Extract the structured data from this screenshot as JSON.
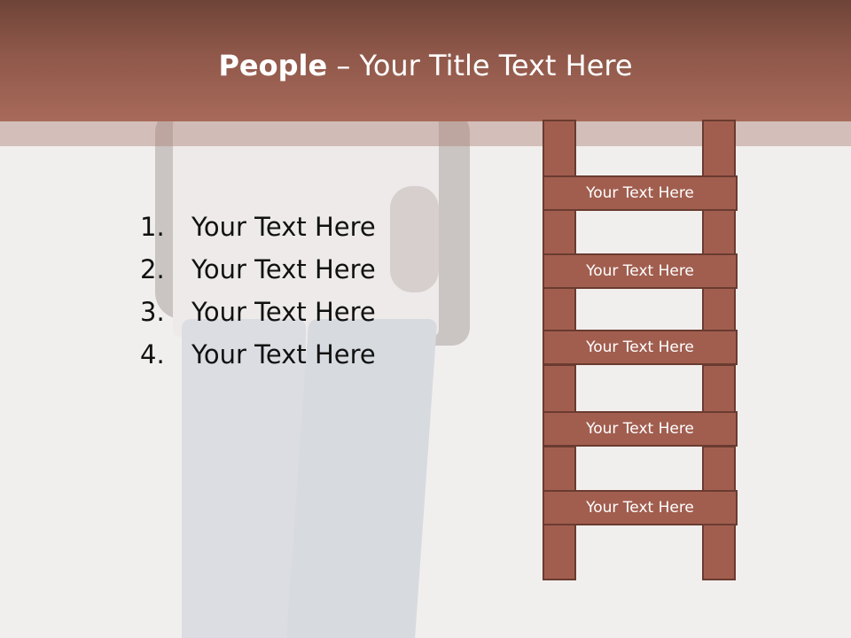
{
  "slide": {
    "title_bold": "People",
    "title_rest": " – Your Title Text Here",
    "list": [
      {
        "number": "1.",
        "text": "Your Text Here"
      },
      {
        "number": "2.",
        "text": "Your Text Here"
      },
      {
        "number": "3.",
        "text": "Your Text Here"
      },
      {
        "number": "4.",
        "text": "Your Text Here"
      }
    ],
    "ladder_rungs": [
      "Your Text Here",
      "Your Text Here",
      "Your Text Here",
      "Your Text Here",
      "Your Text Here"
    ]
  },
  "colors": {
    "header": "#8f584a",
    "ladder": "#a15e4f",
    "ladder_border": "#6a3b30",
    "background": "#f1efee"
  }
}
